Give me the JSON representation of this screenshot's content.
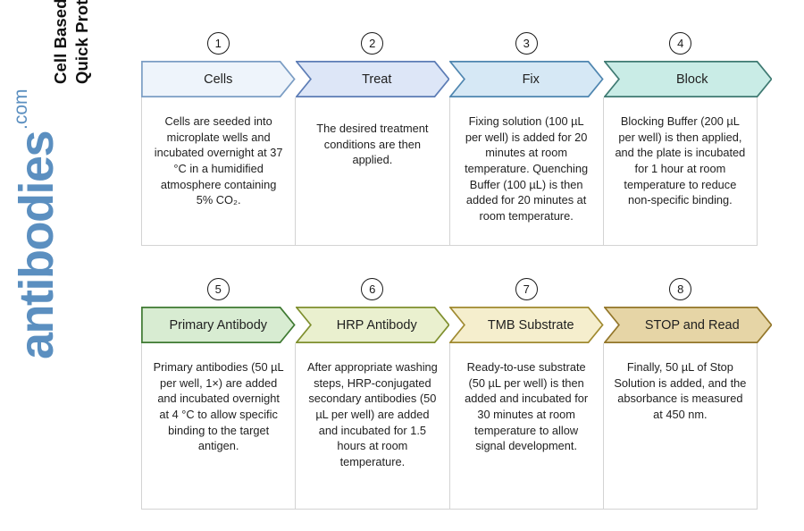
{
  "title": "Cell Based ELISA Kits\nQuick Protocol",
  "logo": {
    "name": "antibodies",
    "tld": ".com",
    "color": "#5b8fc0"
  },
  "rows": [
    {
      "id": "row-1",
      "steps": [
        {
          "number": "1",
          "label": "Cells",
          "body": "Cells are seeded into microplate wells and incubated overnight at 37 °C in a humidified atmosphere containing 5% CO₂.",
          "fill": "#eef4fb",
          "stroke": "#7b9dc4"
        },
        {
          "number": "2",
          "label": "Treat",
          "body": "The desired treatment conditions are then applied.",
          "fill": "#dde6f7",
          "stroke": "#5c7cb5"
        },
        {
          "number": "3",
          "label": "Fix",
          "body": "Fixing solution (100 µL per well) is added for 20 minutes at room temperature. Quenching Buffer (100 µL) is then added for 20 minutes at room temperature.",
          "fill": "#d6e8f5",
          "stroke": "#4f86b0"
        },
        {
          "number": "4",
          "label": "Block",
          "body": "Blocking Buffer (200 µL per well) is then applied, and the plate is incubated for 1 hour at room temperature to reduce non-specific binding.",
          "fill": "#c9ece6",
          "stroke": "#3f7a72"
        }
      ]
    },
    {
      "id": "row-2",
      "steps": [
        {
          "number": "5",
          "label": "Primary Antibody",
          "body": "Primary antibodies (50 µL per well, 1×) are added and incubated overnight at 4 °C to allow specific binding to the target antigen.",
          "fill": "#d8ecd2",
          "stroke": "#3f7a32"
        },
        {
          "number": "6",
          "label": "HRP Antibody",
          "body": "After appropriate washing steps, HRP-conjugated secondary antibodies (50 µL per well) are added and incubated for 1.5 hours at room temperature.",
          "fill": "#eaf0cf",
          "stroke": "#7f8f2e"
        },
        {
          "number": "7",
          "label": "TMB Substrate",
          "body": "Ready-to-use substrate (50 µL per well) is then added and incubated for 30 minutes at room temperature to allow signal development.",
          "fill": "#f5eecd",
          "stroke": "#a08a30"
        },
        {
          "number": "8",
          "label": "STOP and Read",
          "body": "Finally, 50 µL of Stop Solution is added, and the absorbance is measured at 450 nm.",
          "fill": "#e6d5a6",
          "stroke": "#93762a"
        }
      ]
    }
  ]
}
